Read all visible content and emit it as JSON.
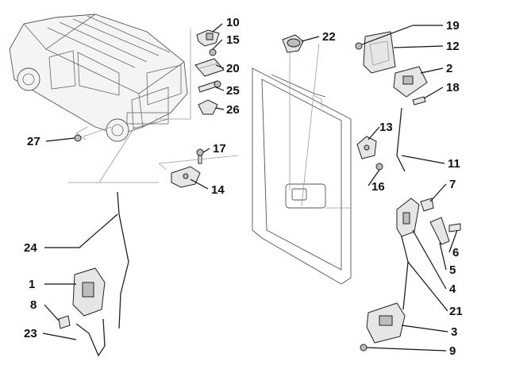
{
  "callouts": {
    "c1": "1",
    "c2": "2",
    "c3": "3",
    "c4": "4",
    "c5": "5",
    "c6": "6",
    "c7": "7",
    "c8": "8",
    "c9": "9",
    "c10": "10",
    "c11": "11",
    "c12": "12",
    "c13": "13",
    "c14": "14",
    "c15": "15",
    "c16": "16",
    "c17": "17",
    "c18": "18",
    "c19": "19",
    "c20": "20",
    "c21": "21",
    "c22": "22",
    "c23": "23",
    "c24": "24",
    "c25": "25",
    "c26": "26",
    "c27": "27"
  },
  "colors": {
    "ink": "#111111",
    "line": "#555555",
    "fill": "#e6e6e6",
    "background": "#ffffff"
  }
}
